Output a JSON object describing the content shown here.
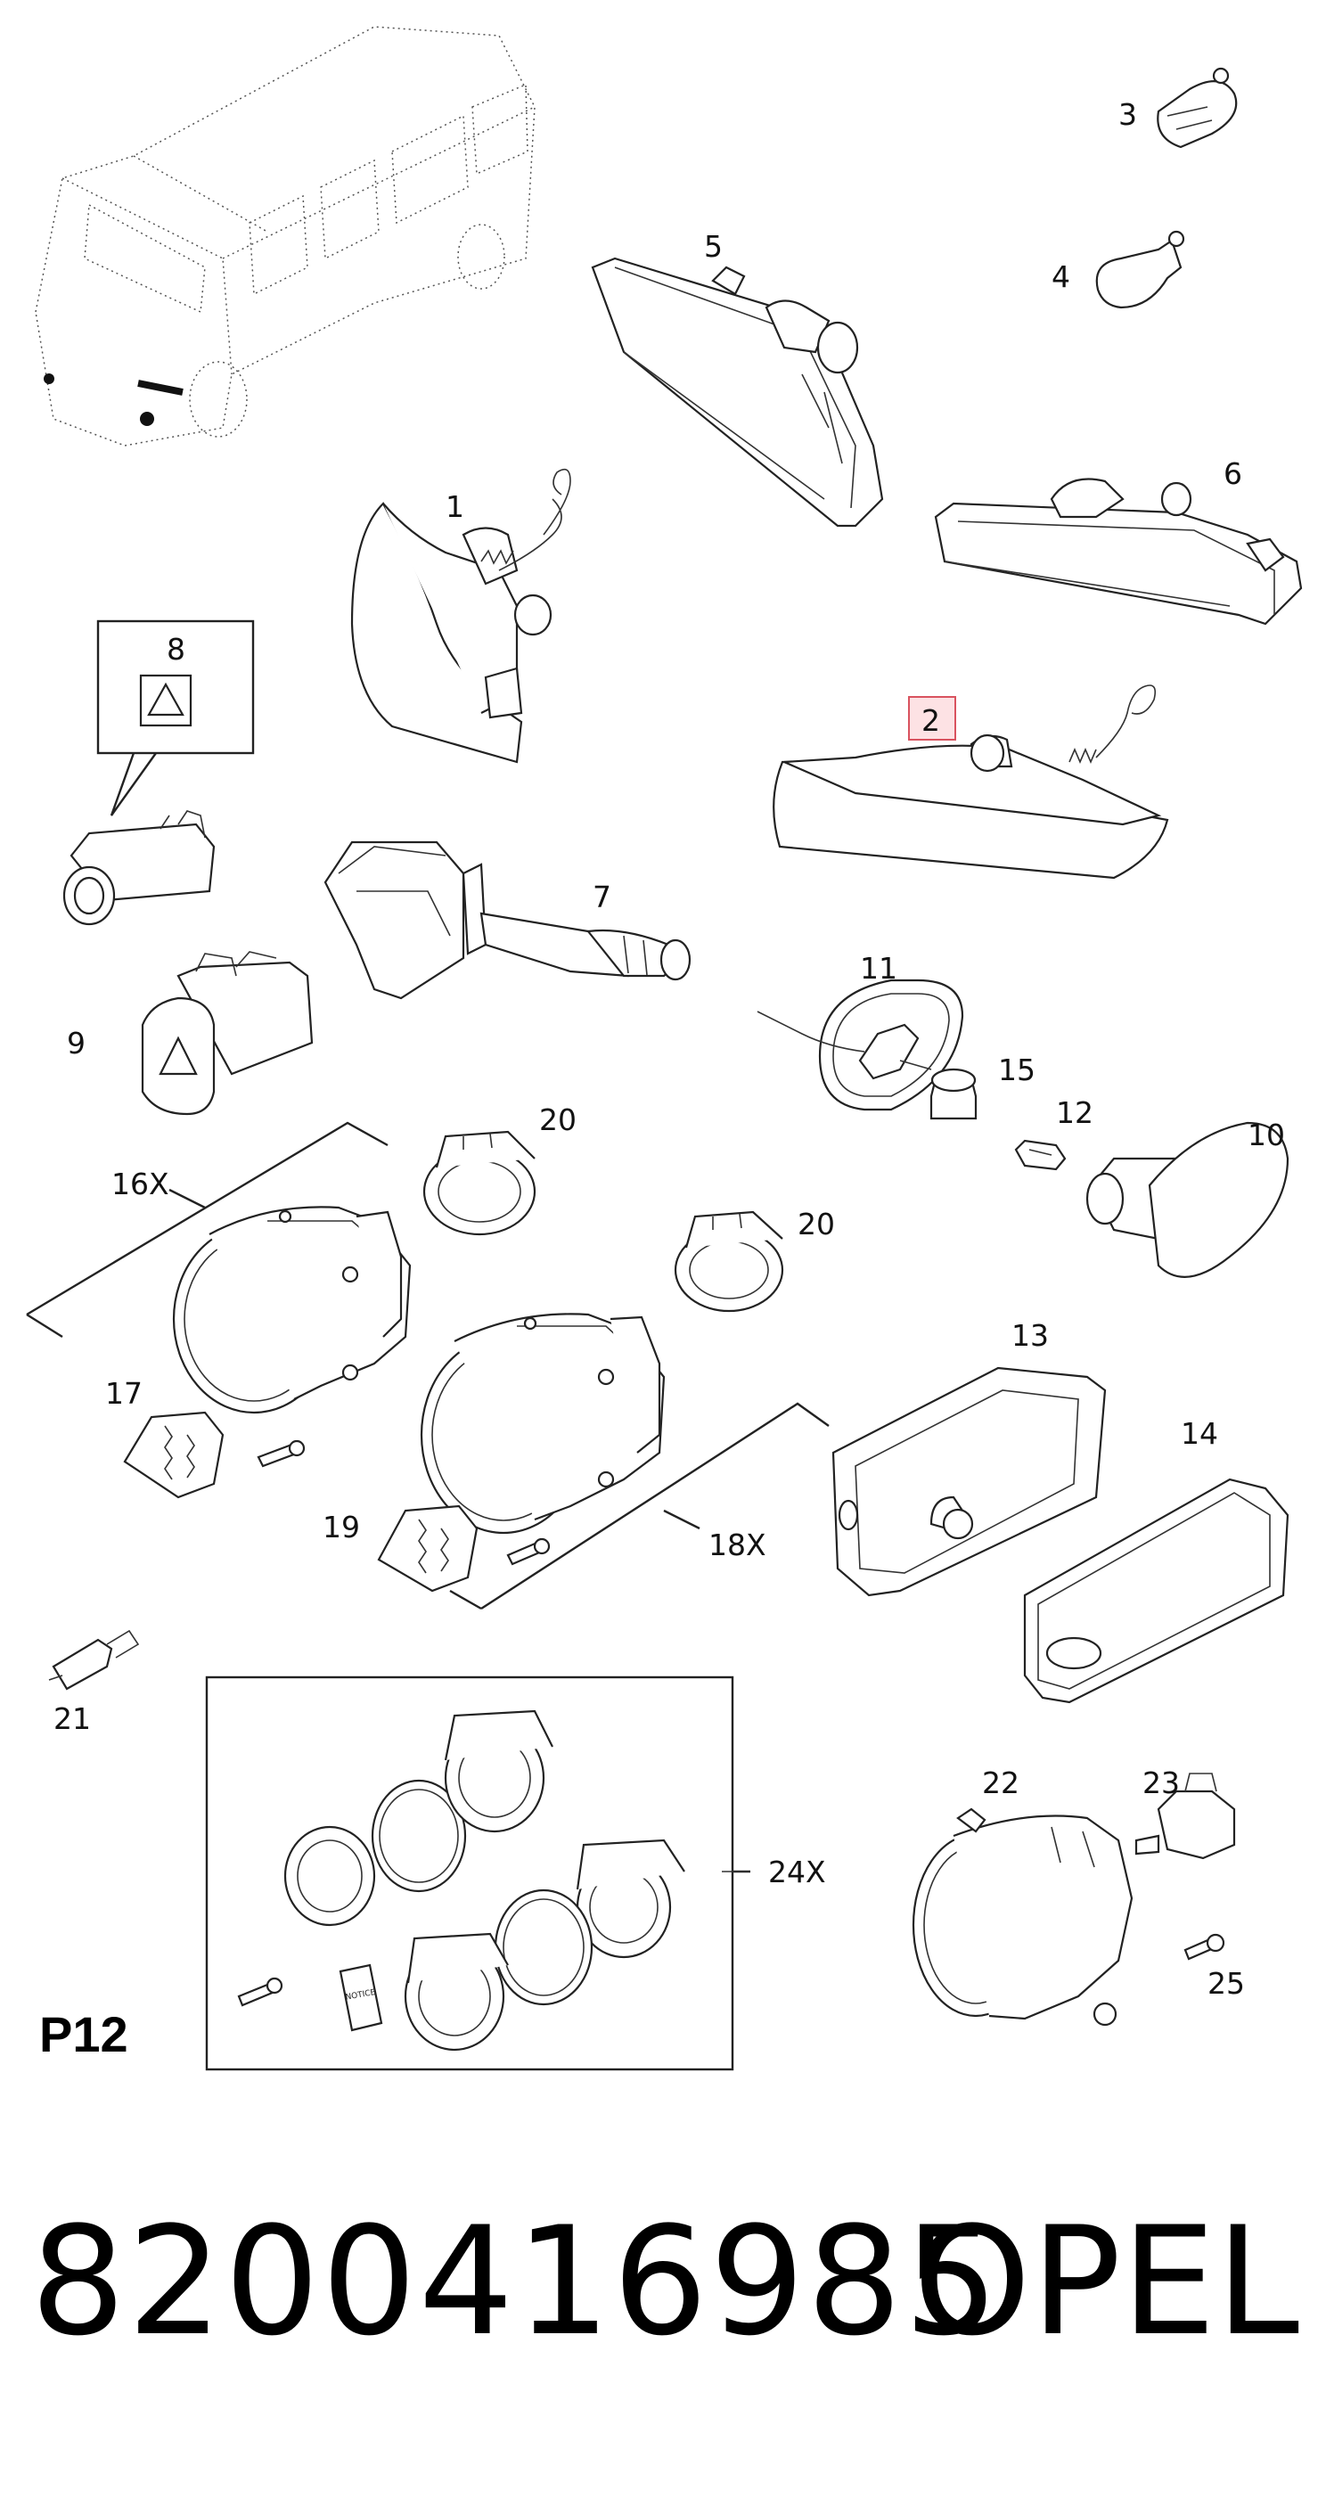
{
  "diagram": {
    "page_code": "P12",
    "callouts": {
      "c1": "1",
      "c2": "2",
      "c3": "3",
      "c4": "4",
      "c5": "5",
      "c6": "6",
      "c7": "7",
      "c8": "8",
      "c9": "9",
      "c10": "10",
      "c11": "11",
      "c12": "12",
      "c13": "13",
      "c14": "14",
      "c15": "15",
      "c16": "16X",
      "c17": "17",
      "c18": "18X",
      "c19": "19",
      "c20a": "20",
      "c20b": "20",
      "c21": "21",
      "c22": "22",
      "c23": "23",
      "c24": "24X",
      "c25": "25"
    },
    "highlighted_callout": "2",
    "notice_label": "NOTICE"
  },
  "caption": {
    "part_number": "8200416985",
    "brand": "OPEL"
  },
  "colors": {
    "highlight_fill": "#fde2e4",
    "highlight_border": "#d9535f",
    "line": "#222222"
  }
}
